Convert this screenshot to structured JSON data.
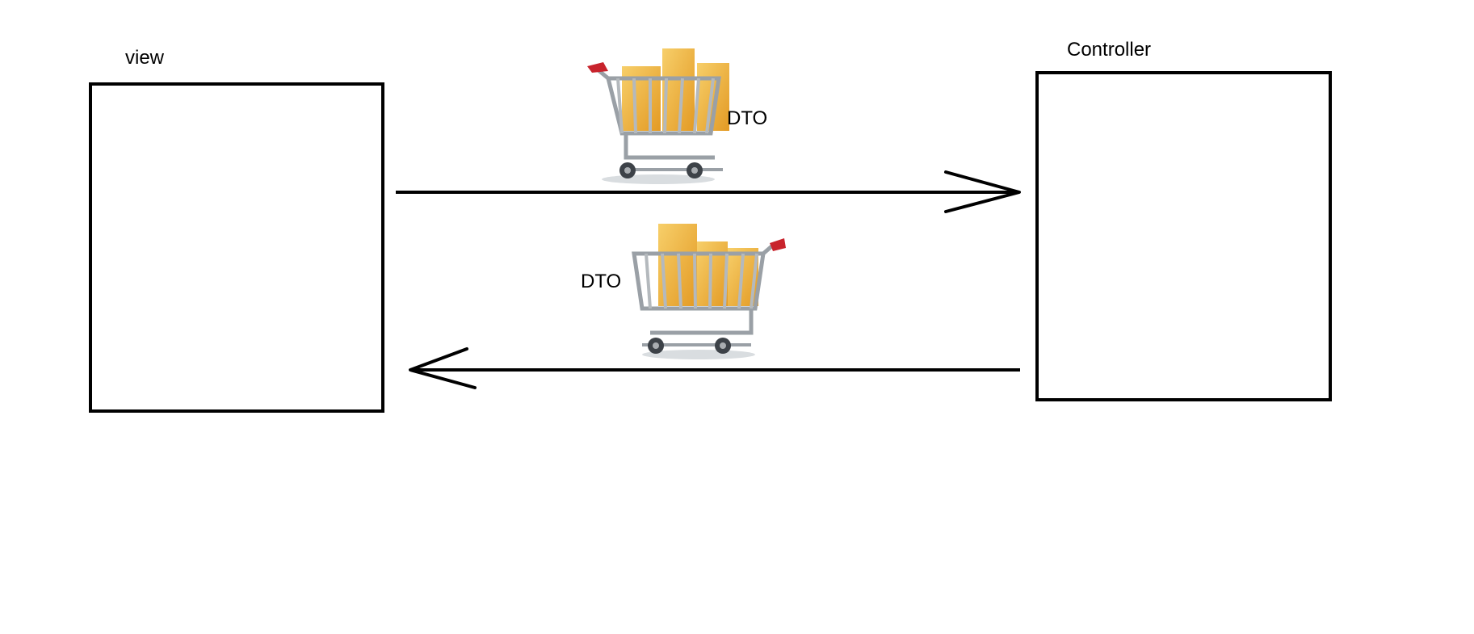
{
  "diagram": {
    "left_box_label": "view",
    "right_box_label": "Controller",
    "forward_arrow_label": "DTO",
    "return_arrow_label": "DTO",
    "icons": {
      "forward": "shopping-cart-icon",
      "return": "shopping-cart-icon"
    },
    "colors": {
      "stroke": "#000000",
      "cart_frame": "#9aa0a6",
      "cart_handle": "#c8232c",
      "box_fill": "#f0b440"
    }
  }
}
